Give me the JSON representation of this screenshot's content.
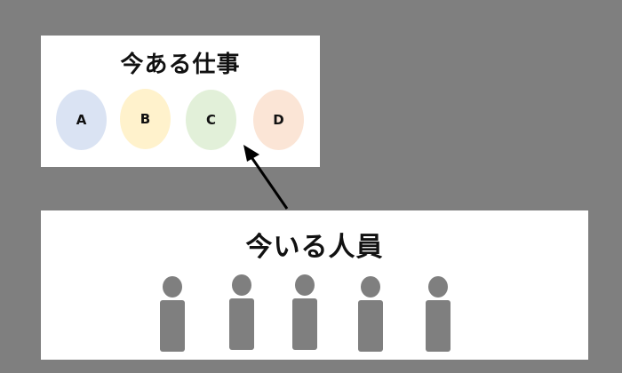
{
  "jobs_panel": {
    "title": "今ある仕事",
    "jobs": [
      {
        "label": "A",
        "color": "#dae3f3"
      },
      {
        "label": "B",
        "color": "#fff2cc"
      },
      {
        "label": "C",
        "color": "#e2f0d9"
      },
      {
        "label": "D",
        "color": "#fbe5d6"
      }
    ]
  },
  "staff_panel": {
    "title": "今いる人員",
    "person_color": "#7f7f7f"
  },
  "arrow": {
    "from": "staff_panel",
    "to": "jobs_panel",
    "color": "#000000"
  }
}
